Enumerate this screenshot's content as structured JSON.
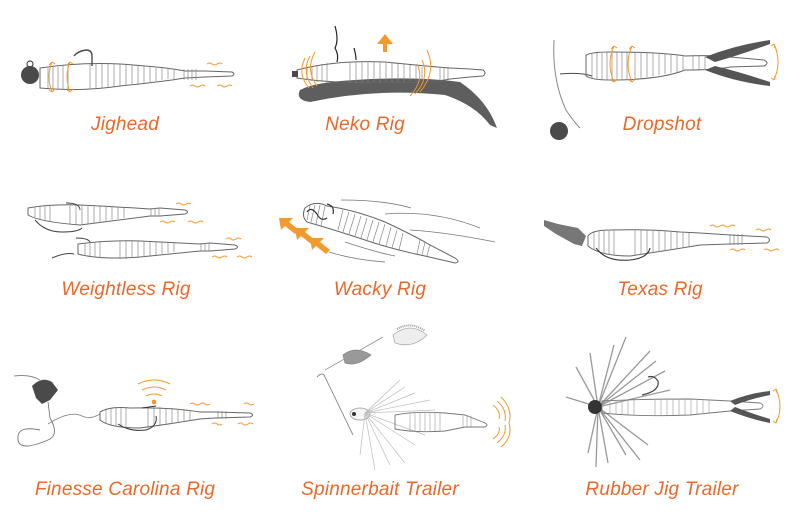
{
  "colors": {
    "label": "#e8692c",
    "accent_orange": "#f39a2e",
    "outline": "#555555",
    "dark": "#4a4a4a",
    "grey": "#7a7a7a"
  },
  "rigs": [
    {
      "id": "jighead",
      "label": "Jighead",
      "icon": "jighead-worm-icon"
    },
    {
      "id": "neko",
      "label": "Neko Rig",
      "icon": "neko-rig-worm-icon"
    },
    {
      "id": "dropshot",
      "label": "Dropshot",
      "icon": "dropshot-worm-icon"
    },
    {
      "id": "weightless",
      "label": "Weightless Rig",
      "icon": "weightless-worm-icon"
    },
    {
      "id": "wacky",
      "label": "Wacky Rig",
      "icon": "wacky-rig-worm-icon"
    },
    {
      "id": "texas",
      "label": "Texas Rig",
      "icon": "texas-rig-worm-icon"
    },
    {
      "id": "finesse-carolina",
      "label": "Finesse Carolina Rig",
      "icon": "carolina-rig-worm-icon"
    },
    {
      "id": "spinnerbait",
      "label": "Spinnerbait Trailer",
      "icon": "spinnerbait-icon"
    },
    {
      "id": "rubber-jig",
      "label": "Rubber Jig Trailer",
      "icon": "rubber-jig-icon"
    }
  ]
}
